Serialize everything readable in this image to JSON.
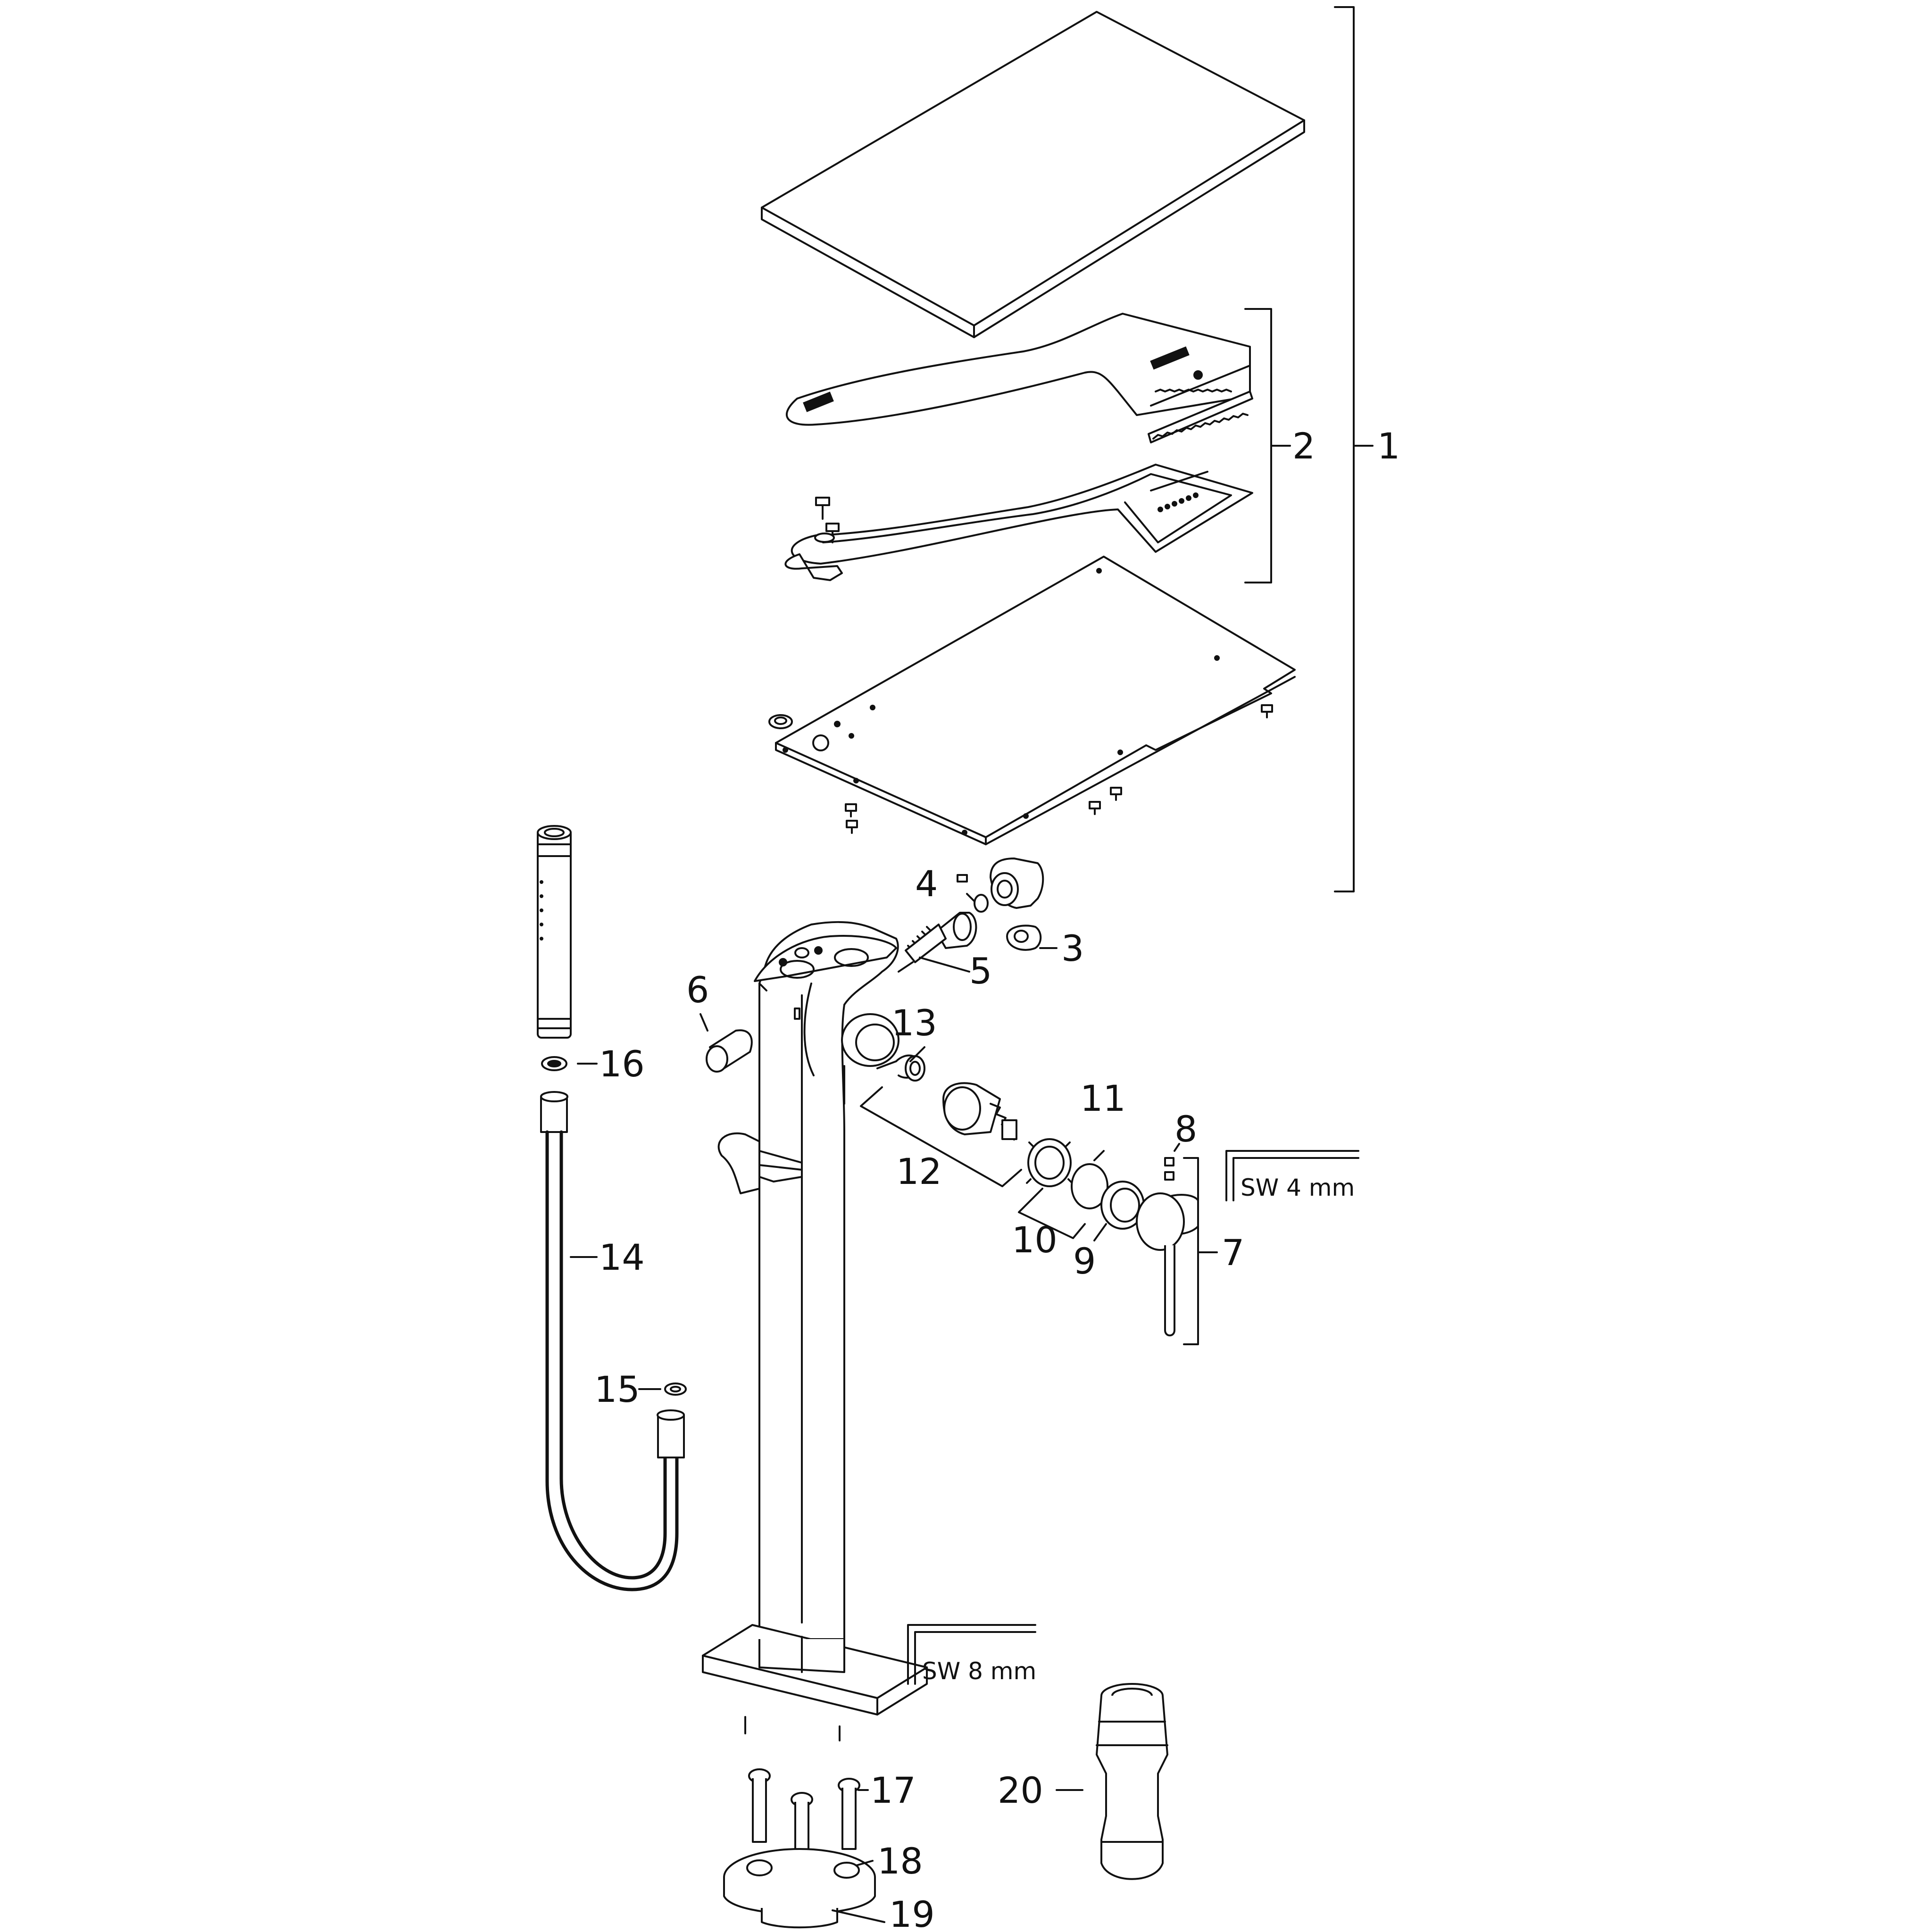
{
  "callouts": {
    "c1": "1",
    "c2": "2",
    "c3": "3",
    "c4": "4",
    "c5": "5",
    "c6": "6",
    "c7": "7",
    "c8": "8",
    "c9": "9",
    "c10": "10",
    "c11": "11",
    "c12": "12",
    "c13": "13",
    "c14": "14",
    "c15": "15",
    "c16": "16",
    "c17": "17",
    "c18": "18",
    "c19": "19",
    "c20": "20"
  },
  "tools": {
    "wrench_small": "SW 4 mm",
    "wrench_large": "SW 8 mm"
  }
}
